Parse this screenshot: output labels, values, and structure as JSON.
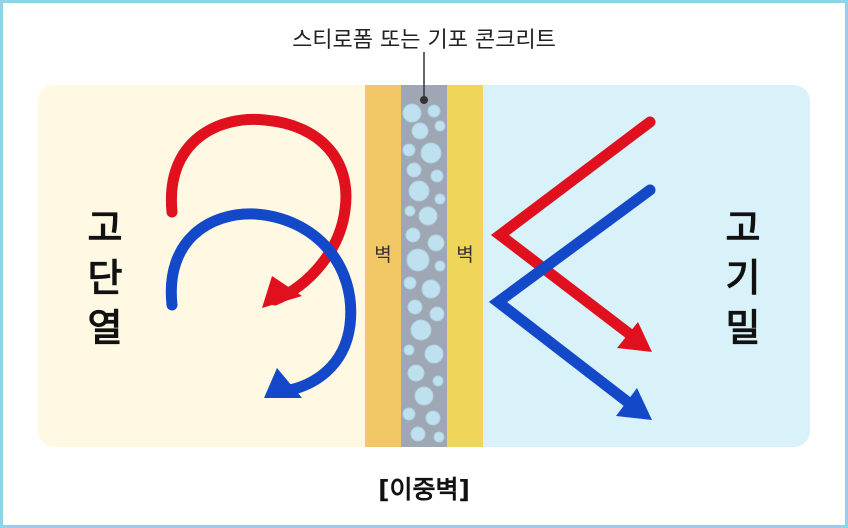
{
  "labels": {
    "material": "스티로폼 또는 기포 콘크리트",
    "wall_left": "벽",
    "wall_right": "벽",
    "left_side": [
      "고",
      "단",
      "열"
    ],
    "right_side": [
      "고",
      "기",
      "밀"
    ],
    "caption": "[이중벽]"
  },
  "colors": {
    "frame": "#8fd3ea",
    "warm_panel": "#fff8e2",
    "cool_panel": "#d9f2f9",
    "outer_wall": "#f2c766",
    "core": "#9ea7b3",
    "inner_wall": "#efd65a",
    "red_arrow": "#e0101e",
    "blue_arrow": "#1349c9"
  }
}
